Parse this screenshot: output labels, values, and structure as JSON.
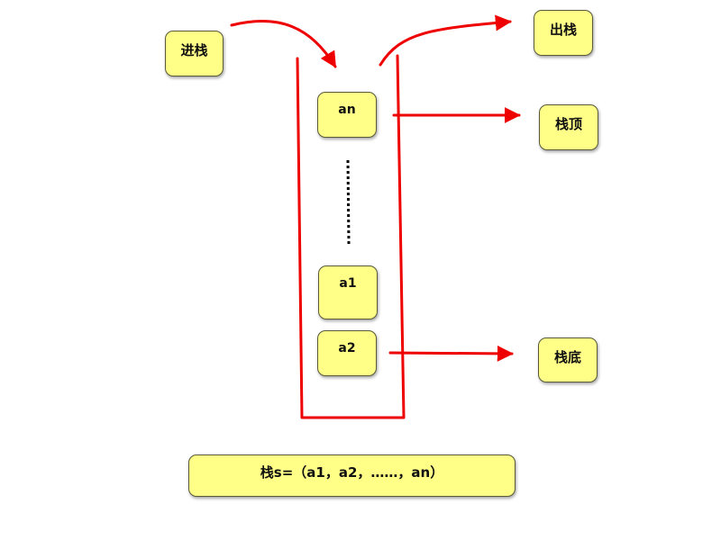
{
  "labels": {
    "push": "进栈",
    "pop": "出栈",
    "top": "栈顶",
    "bottom": "栈底"
  },
  "elements": {
    "an": "an",
    "a1": "a1",
    "a2": "a2"
  },
  "formula": "栈s=（a1，a2，……，an）",
  "colors": {
    "box_fill": "#ffff88",
    "arrow": "#ee0000",
    "container": "#ee0000",
    "ellipsis": "#000000"
  }
}
